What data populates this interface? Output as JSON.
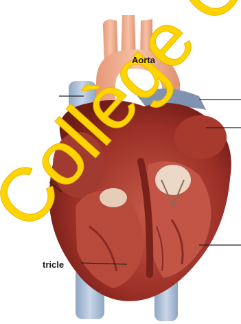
{
  "labels": {
    "aorta": "Aorta",
    "ventricle_fragment": "tricle"
  },
  "watermark": {
    "text": "Collège C",
    "color": "#ffd400"
  },
  "colors": {
    "heart_muscle": "#9b2f26",
    "aorta": "#f2b08f",
    "vena_cava": "#a9bdd6",
    "chamber_interior": "#c25545"
  }
}
